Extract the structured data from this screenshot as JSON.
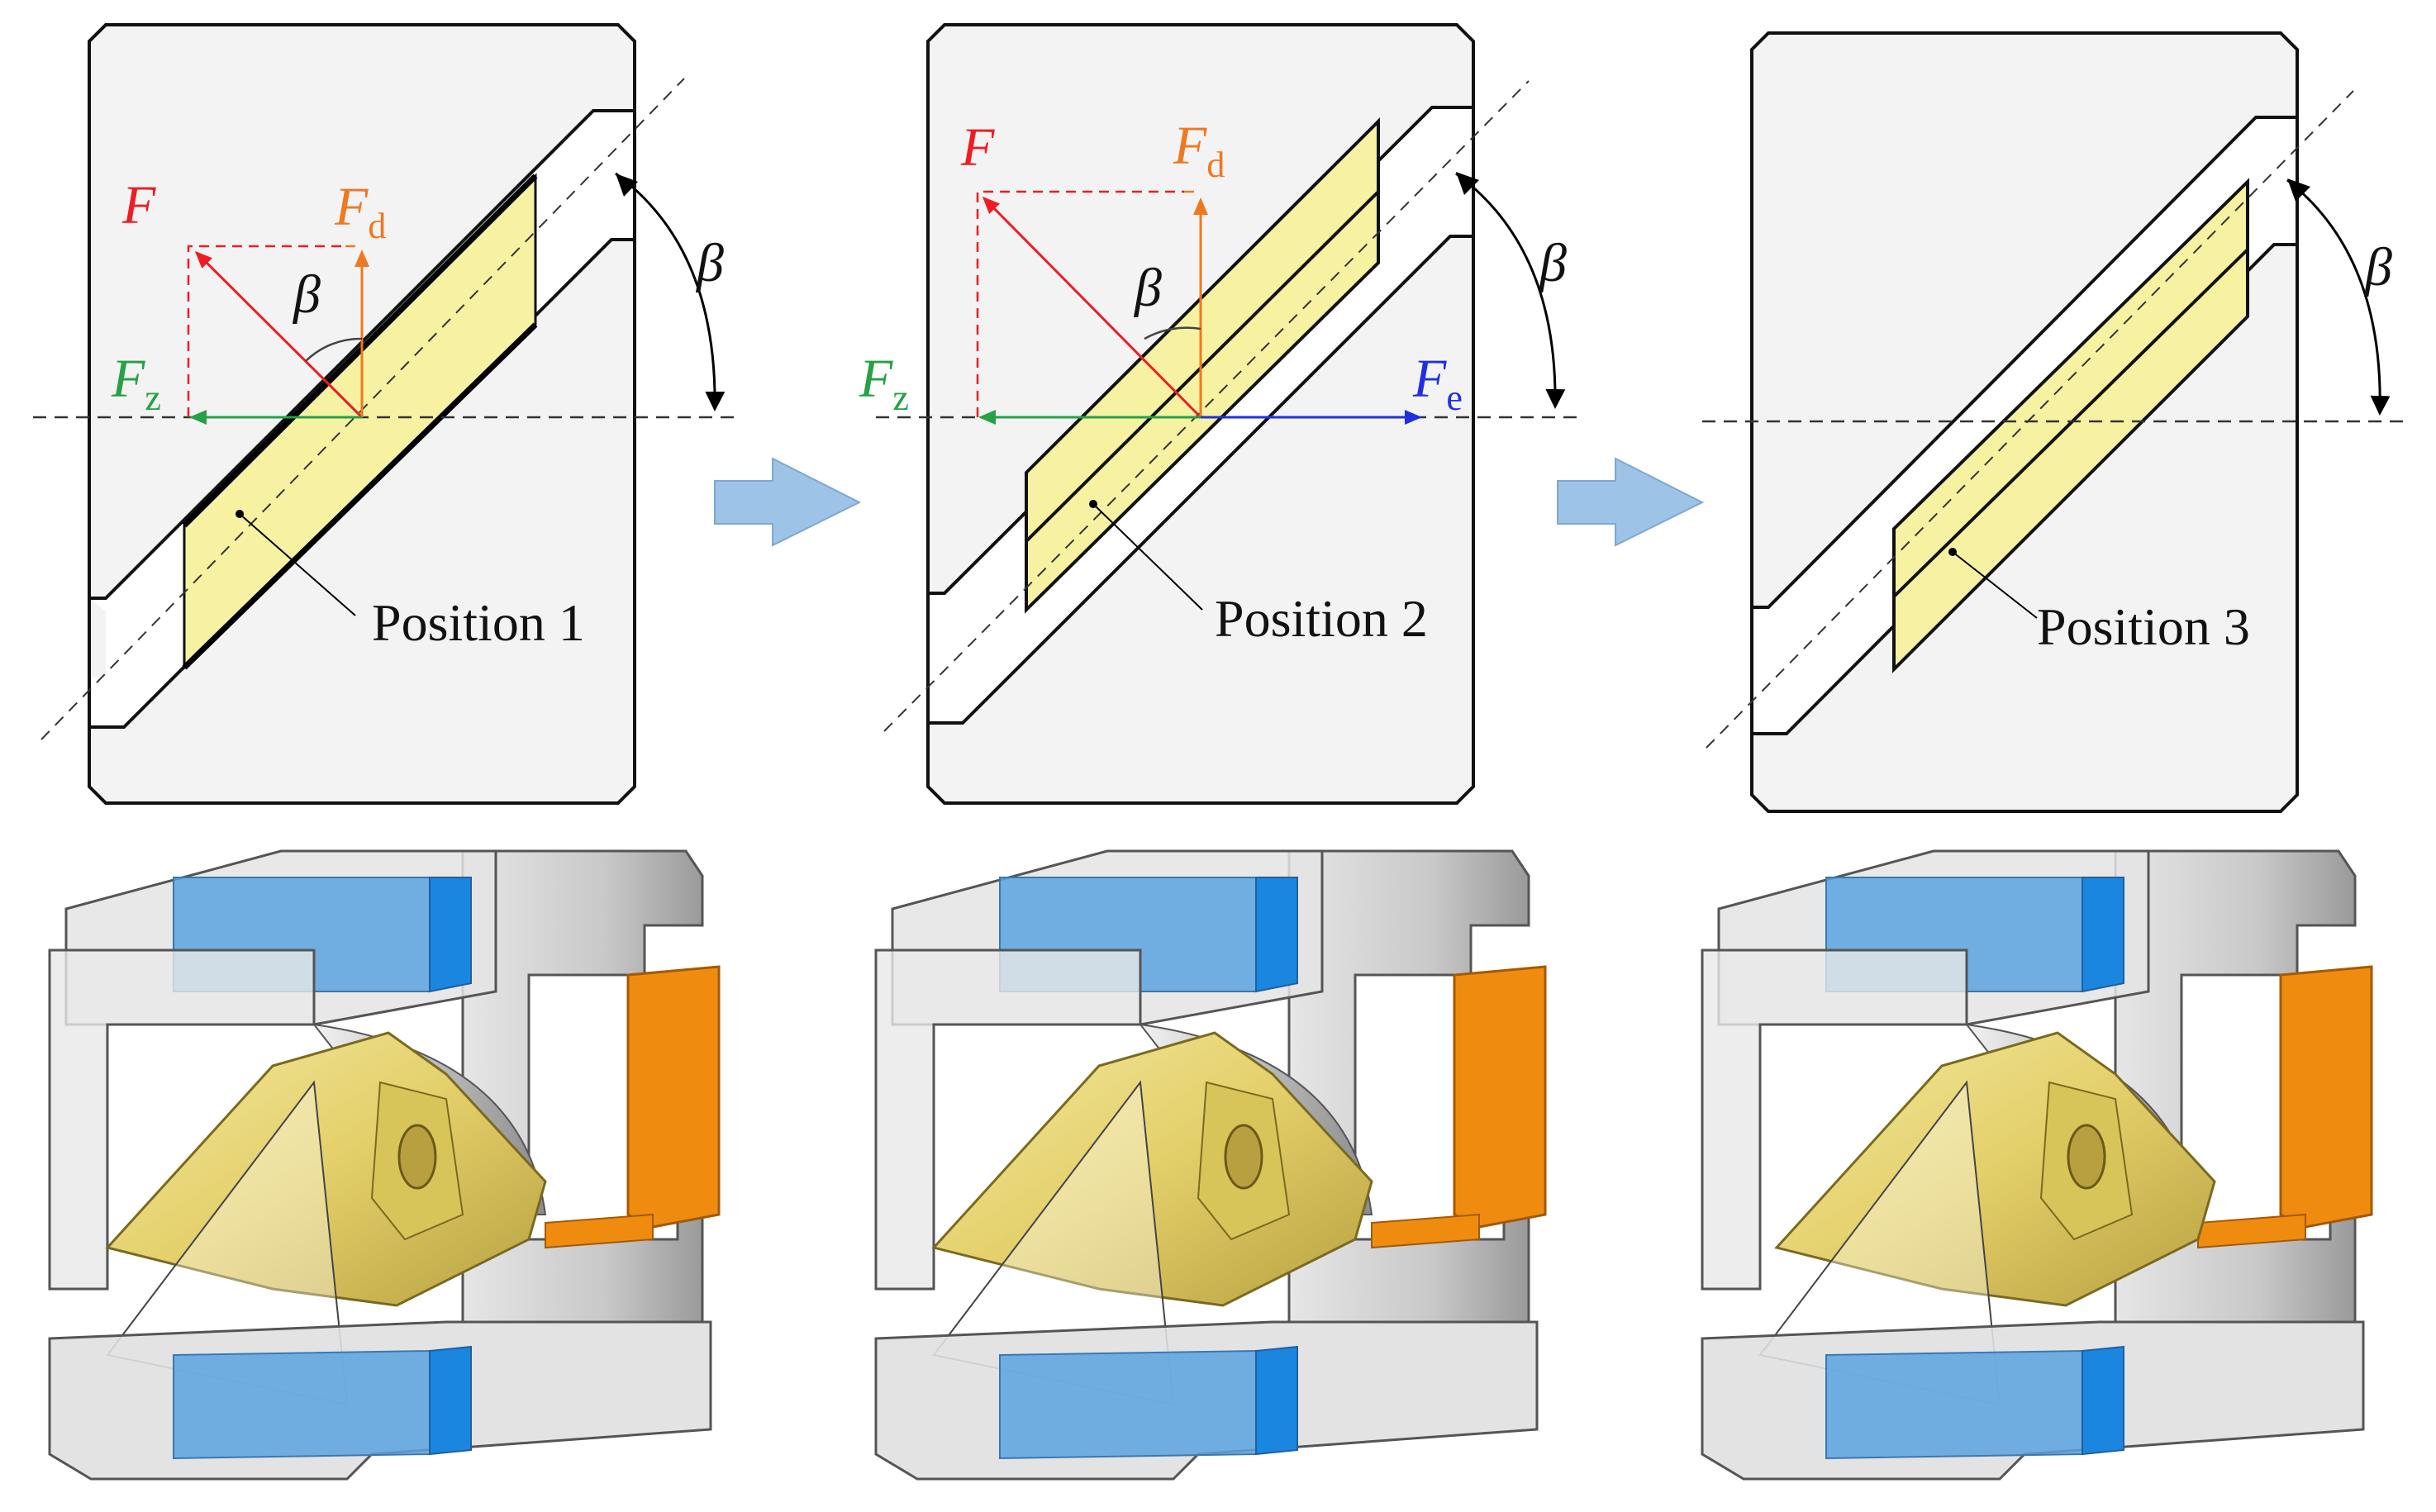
{
  "colors": {
    "force_F": "#ef1c24",
    "force_Fd": "#f07820",
    "force_Fz": "#27a047",
    "force_Fe": "#2030e0",
    "insert_yellow": "#f7f2a2",
    "panel_bg": "#f3f3f3",
    "flow_arrow": "#9dc3e6",
    "magnet_blue": "#5aa3e0",
    "magnet_blue_dark": "#1a86e0",
    "orange_part": "#ef8c10",
    "gold_part": "#e8d77a"
  },
  "symbols": {
    "F": "F",
    "Fd_main": "F",
    "Fd_sub": "d",
    "Fz_main": "F",
    "Fz_sub": "z",
    "Fe_main": "F",
    "Fe_sub": "e",
    "beta": "β"
  },
  "panels": [
    {
      "position_label": "Position 1"
    },
    {
      "position_label": "Position 2"
    },
    {
      "position_label": "Position 3"
    }
  ],
  "icons": {
    "flow_arrow": "right-arrow-icon"
  }
}
